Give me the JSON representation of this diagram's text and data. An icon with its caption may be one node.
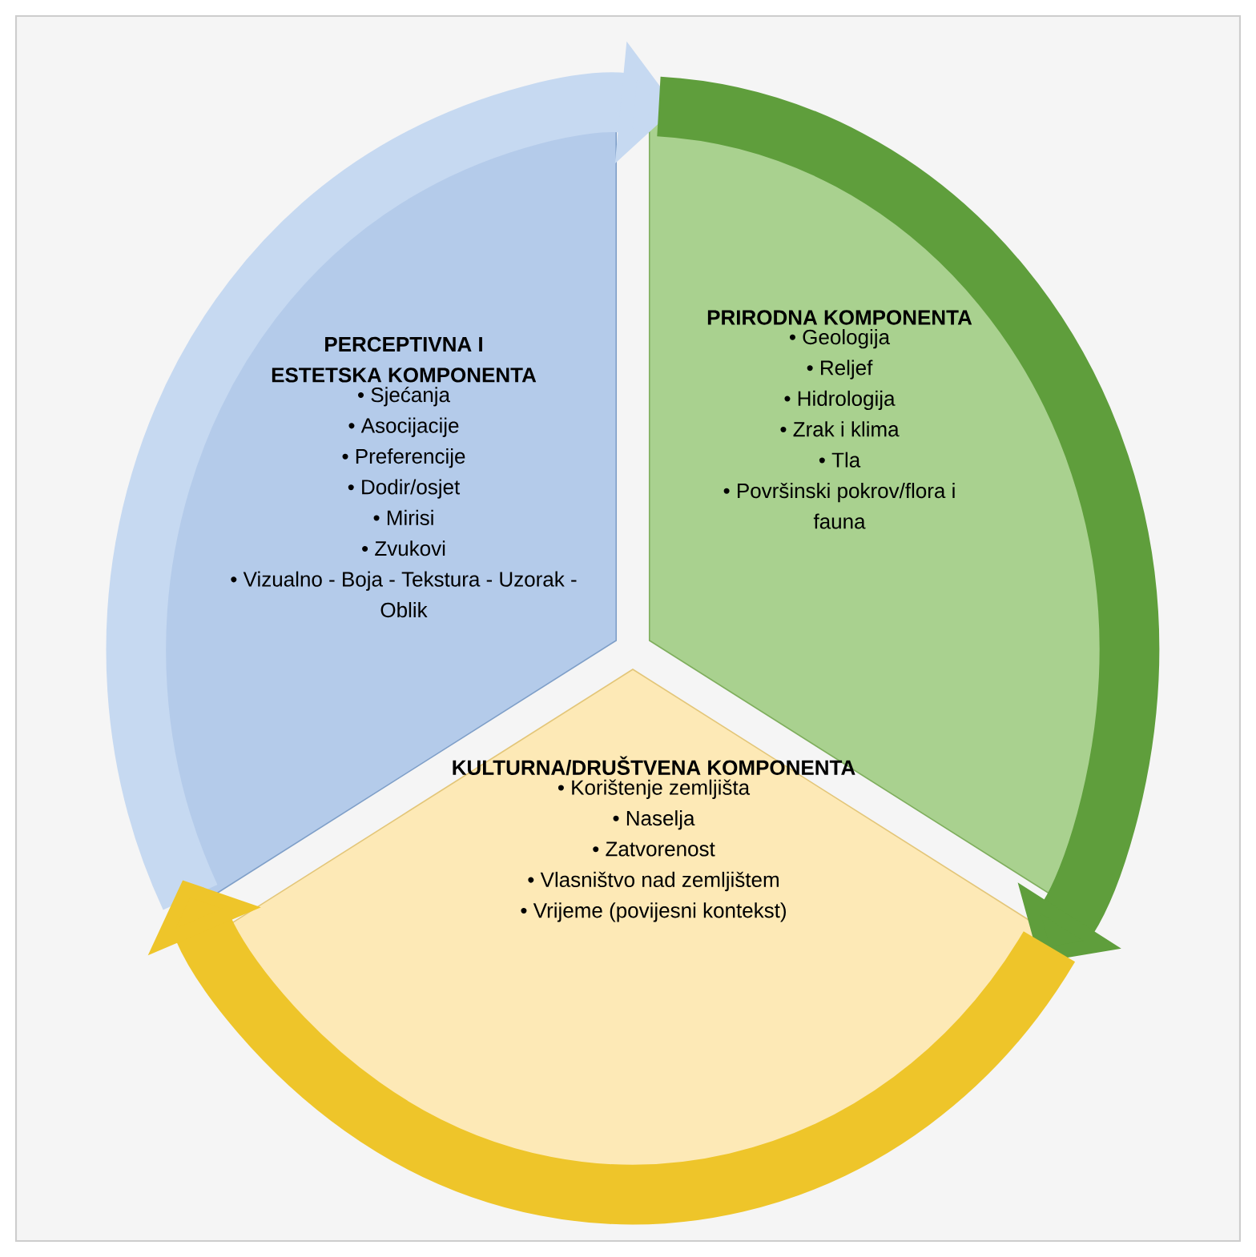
{
  "diagram": {
    "nodes": [
      {
        "text": [
          "PERCEPTIVNA I ESTETSKA KOMPONENTA",
          "• Sjećanja",
          "• Asocijacije",
          "• Preferencije",
          "• Dodir/osjet",
          "• Mirisi",
          "• Zvukovi",
          "• Vizualno - Boja - Tekstura - Uzorak - Oblik"
        ]
      },
      {
        "text": [
          "PRIRODNA KOMPONENTA",
          "• Geologija",
          "• Reljef",
          "• Hidrologija",
          "• Zrak i klima",
          "• Tla",
          "• Površinski pokrov/flora i fauna"
        ]
      },
      {
        "text": [
          "KULTURNA/DRUŠTVENA KOMPONENTA",
          "• Korištenje zemljišta",
          "• Naselja",
          "• Zatvorenost",
          "• Vlasništvo nad zemljištem",
          "• Vrijeme (povijesni kontekst)"
        ]
      }
    ],
    "edges": [
      {
        "from": 0,
        "to": 1,
        "arrow": "to",
        "color": "#c6d9f1"
      },
      {
        "from": 1,
        "to": 2,
        "arrow": "to",
        "color": "#5f9e3c"
      },
      {
        "from": 2,
        "to": 0,
        "arrow": "to",
        "color": "#eec52a"
      }
    ]
  }
}
